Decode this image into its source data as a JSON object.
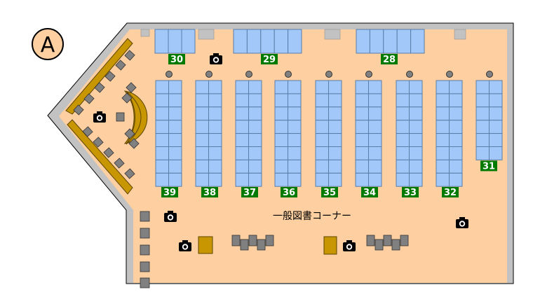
{
  "floor_marker": "A",
  "area_label": "一般図書コーナー",
  "top_shelves": [
    {
      "number": "30"
    },
    {
      "number": "29"
    },
    {
      "number": "28"
    }
  ],
  "main_shelves": [
    {
      "number": "39"
    },
    {
      "number": "38"
    },
    {
      "number": "37"
    },
    {
      "number": "36"
    },
    {
      "number": "35"
    },
    {
      "number": "34"
    },
    {
      "number": "33"
    },
    {
      "number": "32"
    },
    {
      "number": "31"
    }
  ],
  "camera_icon_count": 6,
  "colors": {
    "floor": "#FECFA0",
    "wall": "#C2C2C2",
    "shelf": "#A2C8FA",
    "label_bg": "#007A00",
    "furniture": "#C89600",
    "seat": "#808080"
  }
}
